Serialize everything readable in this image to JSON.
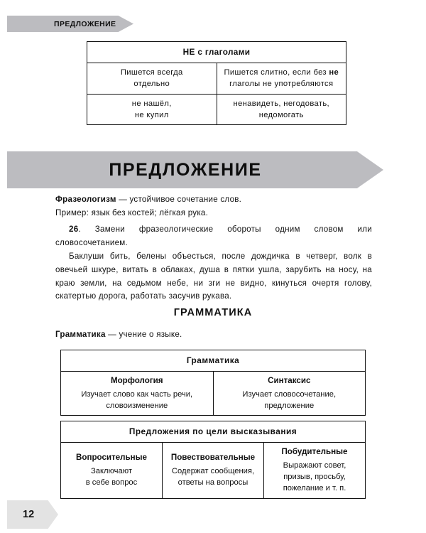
{
  "running_head": {
    "label": "ПРЕДЛОЖЕНИЕ"
  },
  "colors": {
    "banner_gray": "#bcbcc0",
    "folio_gray": "#e3e3e3",
    "ink": "#111111"
  },
  "table_ne": {
    "header": "НЕ  с  глаголами",
    "header_bold_part": "НЕ",
    "header_rest": "с  глаголами",
    "rows": [
      {
        "left": "Пишется  всегда\nотдельно",
        "left_line1": "Пишется  всегда",
        "left_line2": "отдельно",
        "right_line1_a": "Пишется  слитно,  если  без ",
        "right_line1_b": "не",
        "right_line2": "глаголы  не  употребляются"
      },
      {
        "left_line1": "не  нашёл,",
        "left_line2": "не  купил",
        "right_line1": "ненавидеть,  негодовать,",
        "right_line2": "недомогать"
      }
    ]
  },
  "banner": {
    "title": "ПРЕДЛОЖЕНИЕ"
  },
  "definition_phraseologism": {
    "term": "Фразеологизм",
    "dash_and_text": " — устойчивое  сочетание  слов.",
    "example": "Пример: язык без костей; лёгкая рука."
  },
  "task_26": {
    "number": "26",
    "text": ". Замени фразеологические обороты одним словом или словосочетанием."
  },
  "idioms_paragraph": {
    "text": "Баклуши бить, белены объесться, после дождичка в четверг, волк в овечьей шкуре, витать в облаках, душа в пятки ушла, зарубить на носу, на краю земли, на седьмом небе, ни зги не видно, кинуться очертя голову, скатертью дорога, работать засучив рукава."
  },
  "section_heading": {
    "text": "ГРАММАТИКА"
  },
  "definition_grammar": {
    "term": "Грамматика",
    "dash_and_text": " — учение о языке."
  },
  "table_grammar": {
    "header": "Грамматика",
    "columns": [
      {
        "title": "Морфология",
        "line1": "Изучает  слово  как  часть  речи,",
        "line2": "словоизменение"
      },
      {
        "title": "Синтаксис",
        "line1": "Изучает  словосочетание,",
        "line2": "предложение"
      }
    ]
  },
  "table_sentences": {
    "header": "Предложения  по  цели  высказывания",
    "columns": [
      {
        "title": "Вопросительные",
        "line1": "Заключают",
        "line2": "в  себе  вопрос",
        "line3": ""
      },
      {
        "title": "Повествовательные",
        "line1": "Содержат  сообщения,",
        "line2": "ответы  на  вопросы",
        "line3": ""
      },
      {
        "title": "Побудительные",
        "line1": "Выражают  совет,",
        "line2": "призыв,  просьбу,",
        "line3": "пожелание  и  т. п."
      }
    ]
  },
  "folio": {
    "page_number": "12"
  }
}
